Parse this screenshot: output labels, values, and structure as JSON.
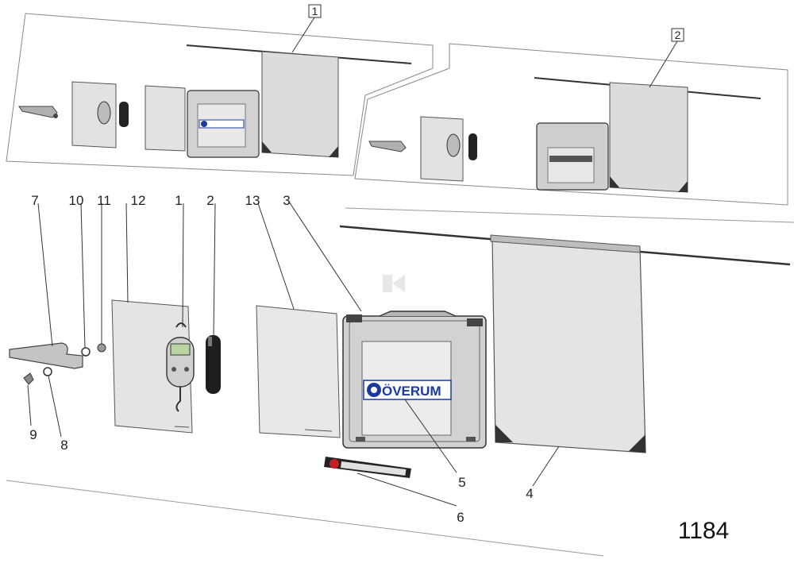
{
  "inset_labels": [
    "1",
    "2"
  ],
  "part_labels": {
    "p7": "7",
    "p10": "10",
    "p11": "11",
    "p12": "12",
    "p1": "1",
    "p2": "2",
    "p13": "13",
    "p3": "3",
    "p9": "9",
    "p8": "8",
    "p5": "5",
    "p6": "6",
    "p4": "4"
  },
  "brand_text": "ÖVERUM",
  "figure_number": "1184"
}
